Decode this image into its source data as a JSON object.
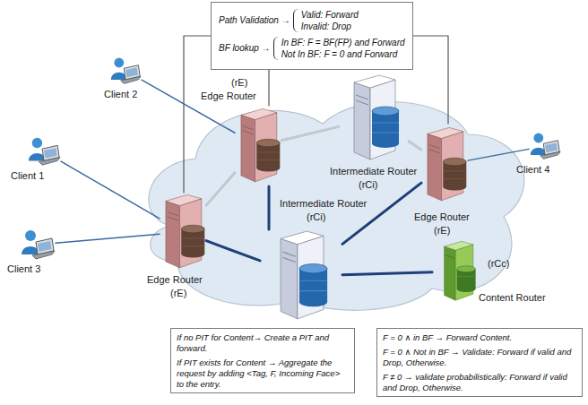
{
  "diagram": {
    "nodes": [
      {
        "text": [
          "Path Validation →",
          "Valid: Forward",
          "Invalid: Drop",
          "BF lookup →",
          "In BF: F = BF(FP) and Forward",
          "Not In BF: F = 0 and Forward"
        ]
      },
      {
        "text": [
          "Client 2"
        ]
      },
      {
        "text": [
          "(rE)",
          "Edge Router"
        ]
      },
      {
        "text": [
          "Intermediate Router",
          "(rCi)"
        ]
      },
      {
        "text": [
          "Client 1"
        ]
      },
      {
        "text": [
          "Edge Router",
          "(rE)"
        ]
      },
      {
        "text": [
          "Client 4"
        ]
      },
      {
        "text": [
          "Client 3"
        ]
      },
      {
        "text": [
          "Edge Router",
          "(rE)"
        ]
      },
      {
        "text": [
          "Intermediate Router",
          "(rCi)"
        ]
      },
      {
        "text": [
          "(rCc)",
          "Content Router"
        ]
      },
      {
        "text": [
          "If no PIT for Content→ Create a PIT and forward.",
          "If PIT exists for Content → Aggregate the request by adding <Tag, F, Incoming Face> to the entry."
        ]
      },
      {
        "text": [
          "F = 0 ∧ in BF → Forward Content.",
          "F = 0 ∧ Not in BF → Validate: Forward if valid and Drop, Otherwise.",
          "F ≠ 0 → validate probabilistically: Forward if valid and Drop, Otherwise."
        ]
      }
    ],
    "edges": [
      {
        "from": 0,
        "to": 2,
        "arrow": "none"
      },
      {
        "from": 0,
        "to": 8,
        "arrow": "none"
      },
      {
        "from": 0,
        "to": 5,
        "arrow": "none"
      },
      {
        "from": 1,
        "to": 2,
        "arrow": "none"
      },
      {
        "from": 4,
        "to": 8,
        "arrow": "none"
      },
      {
        "from": 7,
        "to": 8,
        "arrow": "none"
      },
      {
        "from": 6,
        "to": 5,
        "arrow": "none"
      },
      {
        "from": 8,
        "to": 2,
        "arrow": "none"
      },
      {
        "from": 2,
        "to": 3,
        "arrow": "none"
      },
      {
        "from": 3,
        "to": 5,
        "arrow": "none"
      },
      {
        "from": 8,
        "to": 9,
        "arrow": "none"
      },
      {
        "from": 2,
        "to": 9,
        "arrow": "none"
      },
      {
        "from": 9,
        "to": 5,
        "arrow": "none"
      },
      {
        "from": 9,
        "to": 10,
        "arrow": "none"
      }
    ]
  }
}
